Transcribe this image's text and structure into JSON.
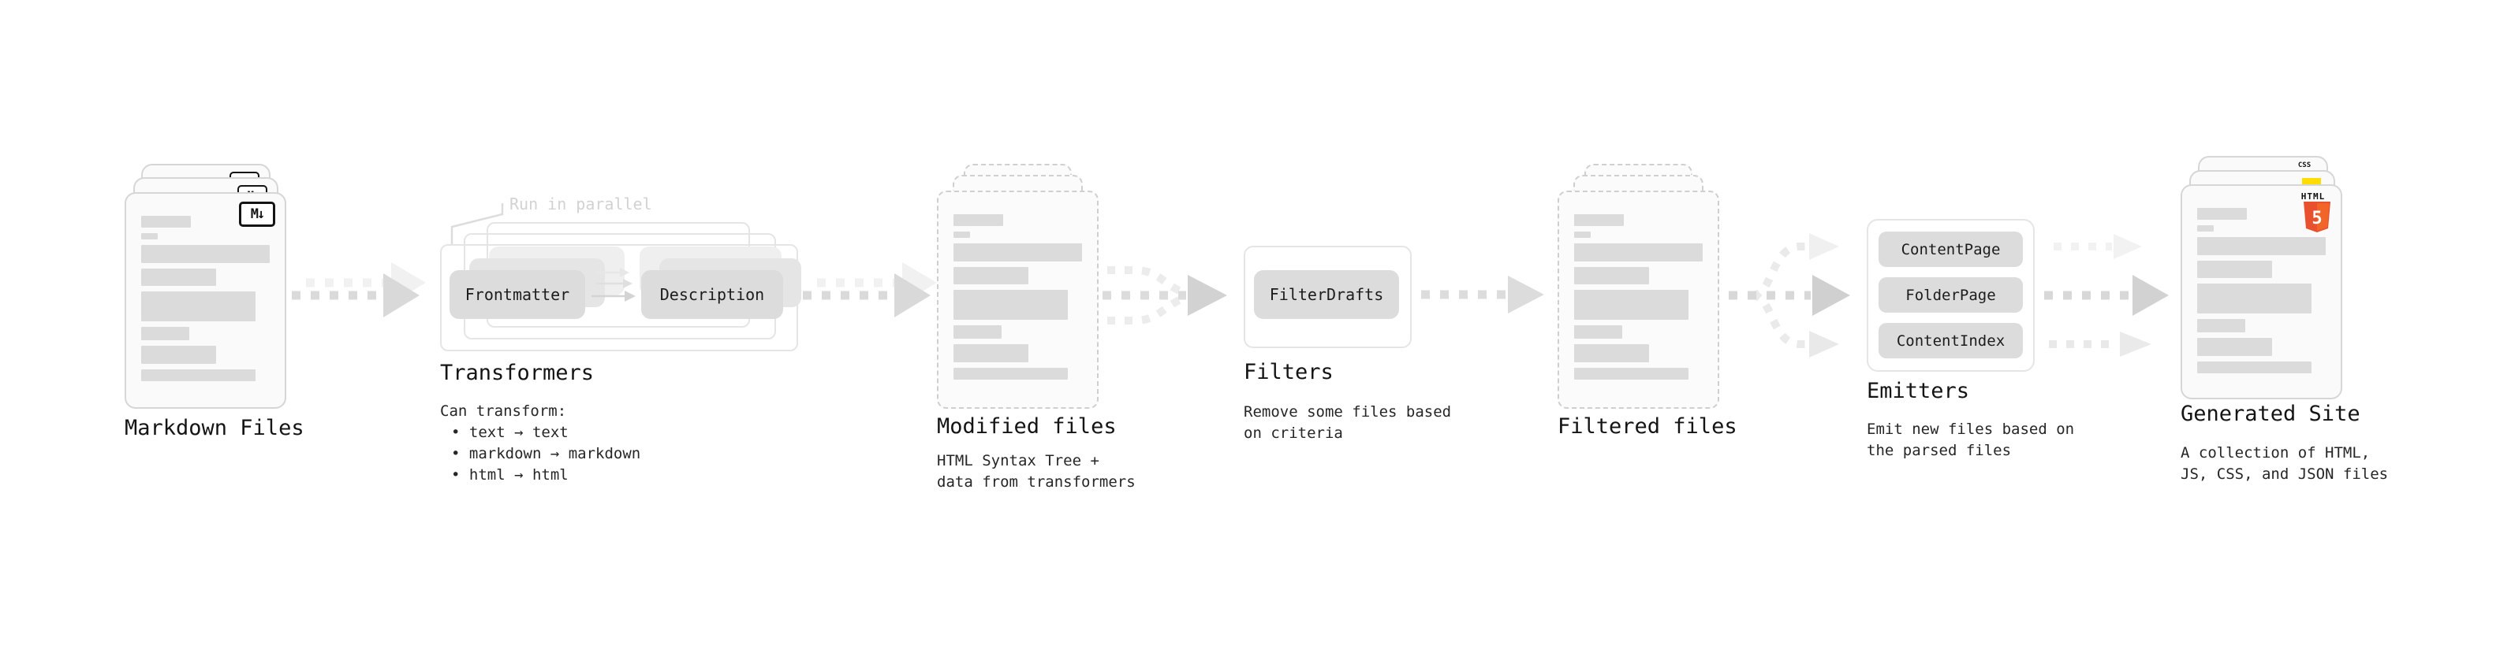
{
  "diagram": {
    "stages": {
      "markdown_files": {
        "label": "Markdown Files",
        "badge": "M↓"
      },
      "transformers": {
        "label": "Transformers",
        "annotation": "Run in parallel",
        "boxes": {
          "frontmatter": "Frontmatter",
          "description": "Description"
        },
        "note_title": "Can transform:",
        "bullets": [
          "• text → text",
          "• markdown → markdown",
          "• html → html"
        ]
      },
      "modified_files": {
        "label": "Modified files",
        "sub_lines": [
          "HTML Syntax Tree +",
          "data from transformers"
        ]
      },
      "filters": {
        "label": "Filters",
        "boxes": {
          "filter_drafts": "FilterDrafts"
        },
        "sub_lines": [
          "Remove some files based",
          "on criteria"
        ]
      },
      "filtered_files": {
        "label": "Filtered files"
      },
      "emitters": {
        "label": "Emitters",
        "boxes": {
          "content_page": "ContentPage",
          "folder_page": "FolderPage",
          "content_index": "ContentIndex"
        },
        "sub_lines": [
          "Emit new files based on",
          "the parsed files"
        ]
      },
      "generated_site": {
        "label": "Generated Site",
        "sub_lines": [
          "A collection of HTML,",
          "JS, CSS, and JSON files"
        ],
        "badges": {
          "html5_word": "HTML",
          "html5_number": "5",
          "css": "CSS"
        }
      }
    },
    "colors": {
      "html5_orange": "#e8502e",
      "js_yellow": "#ffdd00",
      "css_blue": "#2d6ae3"
    }
  }
}
